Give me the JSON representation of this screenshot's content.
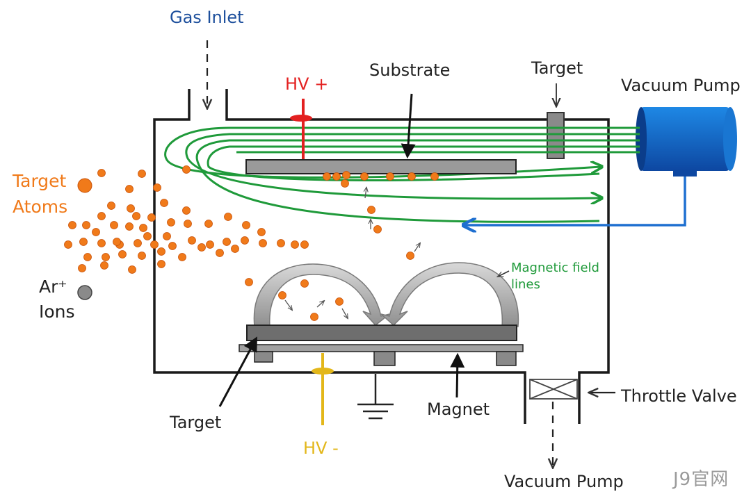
{
  "labels": {
    "gas_inlet": "Gas Inlet",
    "hv_plus": "HV +",
    "substrate": "Substrate",
    "target_top": "Target",
    "vacuum_pump_top": "Vacuum Pump",
    "target_atoms": "Target\nAtoms",
    "ar_ions": "Ar⁺\nIons",
    "magnetic_field": "Magnetic field\nlines",
    "throttle_valve": "Throttle Valve",
    "target_bottom": "Target",
    "magnet": "Magnet",
    "hv_minus": "HV -",
    "vacuum_pump_bottom": "Vacuum Pump",
    "watermark": "J9官网"
  },
  "colors": {
    "chamber": "#1a1a1a",
    "field_lines": "#1f9a3a",
    "pump": "#1565c0",
    "pump_line": "#1e6fd0",
    "hv_plus": "#e32020",
    "hv_minus": "#e3b71a",
    "atoms": "#f07a1a",
    "ions": "#8a8a8a",
    "substrate": "#8c8c8c",
    "target": "#6e6e6e"
  }
}
